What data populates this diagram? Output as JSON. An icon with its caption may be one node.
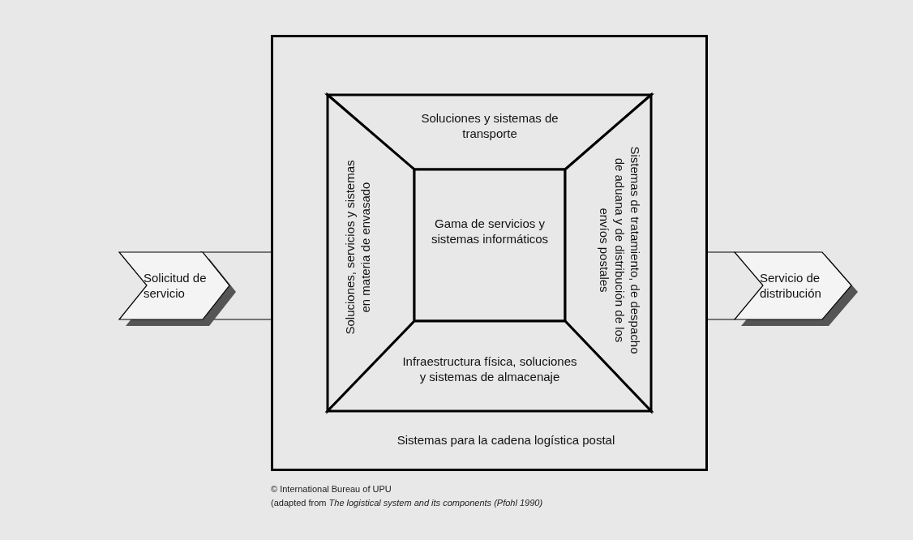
{
  "diagram": {
    "nodes": [
      {
        "text": [
          "Solicitud de servicio"
        ]
      },
      {
        "text": [
          "Sistemas para la cadena logística postal"
        ]
      },
      {
        "text": [
          "Soluciones y sistemas de transporte"
        ],
        "in": 1
      },
      {
        "text": [
          "Soluciones, servicios y sistemas en materia de envasado"
        ],
        "in": 1
      },
      {
        "text": [
          "Gama de servicios y sistemas informáticos"
        ],
        "in": 1
      },
      {
        "text": [
          "Sistemas de tratamiento, de despacho de aduana y de distribución de los envíos postales"
        ],
        "in": 1
      },
      {
        "text": [
          "Infraestructura física, soluciones y sistemas de almacenaje"
        ],
        "in": 1
      },
      {
        "text": [
          "Servicio de distribución"
        ]
      }
    ],
    "edges": [
      {
        "from": 0,
        "to": 1,
        "arrow": "none"
      },
      {
        "from": 1,
        "to": 7,
        "arrow": "none"
      }
    ],
    "labels": [
      "© International Bureau of UPU",
      "(adapted from *The logistical system and its components (Pfohl 1990)*"
    ]
  }
}
